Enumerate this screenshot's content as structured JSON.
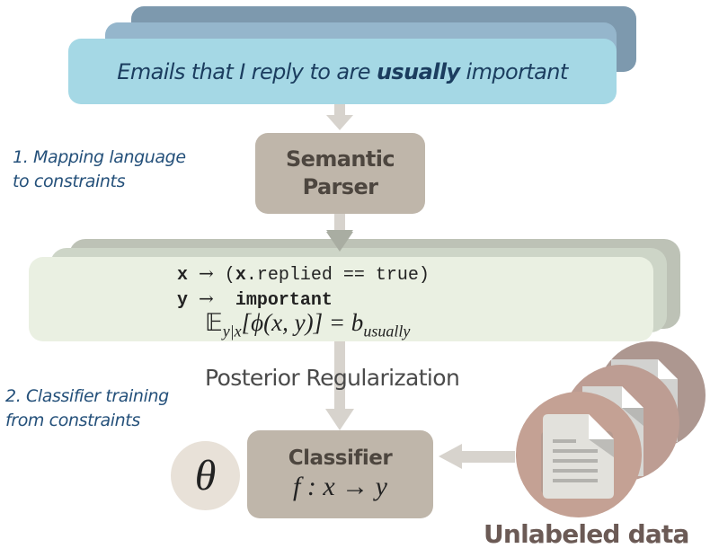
{
  "input": {
    "text_before": "Emails that I reply to are ",
    "text_emphasis": "usually",
    "text_after": " important"
  },
  "steps": {
    "step1_line1": "1. Mapping language",
    "step1_line2": "to constraints",
    "step2_line1": "2. Classifier training",
    "step2_line2": "from constraints"
  },
  "parser": {
    "line1": "Semantic",
    "line2": "Parser"
  },
  "constraints": {
    "x_var": "x",
    "x_arrow": "→",
    "x_paren_open": " (",
    "x_obj": "x",
    "x_rest": ".replied == true)",
    "y_var": "y",
    "y_arrow": "→",
    "y_value": "important",
    "expectation": "𝔼",
    "expectation_sub": "y|x",
    "expectation_body": "[ϕ(x, y)] = b",
    "expectation_rhs_sub": "usually"
  },
  "posterior_label": "Posterior Regularization",
  "classifier": {
    "title": "Classifier",
    "formula": "f : x → y"
  },
  "theta": "θ",
  "unlabeled": {
    "label": "Unlabeled data"
  },
  "colors": {
    "input_front": "#a5d8e5",
    "input_mid": "#95b6cc",
    "input_back": "#7d99ae",
    "box": "#bfb6aa",
    "constraint_front": "#eaf0e2",
    "doc_circle": "#c4a194",
    "arrow": "#d7d3cd",
    "step_text": "#24507a"
  }
}
